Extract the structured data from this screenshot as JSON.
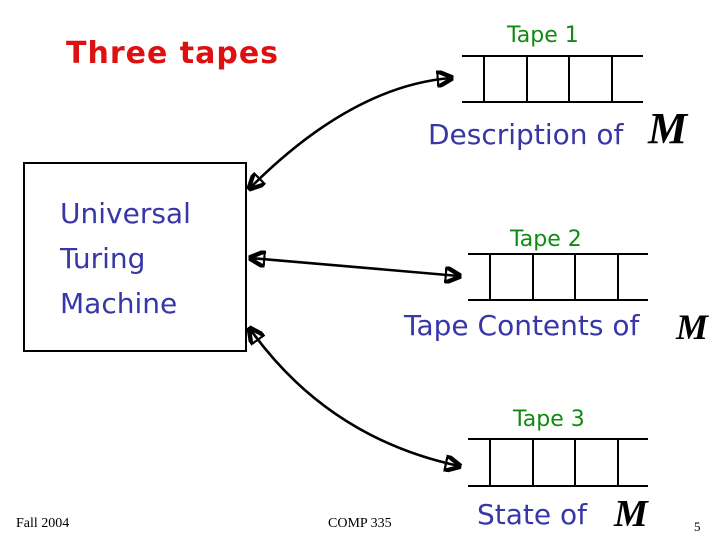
{
  "slide": {
    "title": "Three tapes",
    "footer": {
      "left": "Fall 2004",
      "center": "COMP 335",
      "page_number": "5"
    }
  },
  "machine_box": {
    "lines": [
      "Universal",
      "Turing",
      "Machine"
    ]
  },
  "tapes": [
    {
      "label": "Tape 1",
      "caption": "Description of",
      "machine_symbol": "M",
      "cell_dividers": 4
    },
    {
      "label": "Tape 2",
      "caption": "Tape Contents of",
      "machine_symbol": "M",
      "cell_dividers": 4
    },
    {
      "label": "Tape 3",
      "caption": "State of",
      "machine_symbol": "M",
      "cell_dividers": 4
    }
  ],
  "colors": {
    "title_red": "#dd1111",
    "tape_label_green": "#118a11",
    "body_blue": "#3737a6",
    "ink_black": "#000000"
  }
}
